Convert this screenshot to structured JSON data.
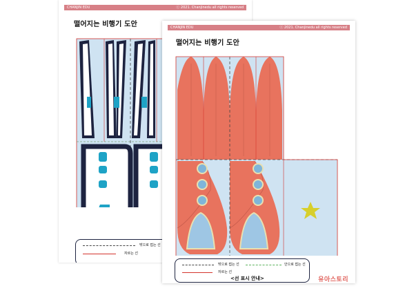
{
  "back_sheet": {
    "brand": "CHANJIN EDU",
    "copyright": "ⓒ 2021. Chanjinedu all rights reserved",
    "title": "떨어지는 비행기 도안",
    "legend": {
      "fold_out": "밖으로 접는 선",
      "cut": "자르는 선",
      "caption_partial": "<"
    }
  },
  "front_sheet": {
    "brand": "CHANJIN EDU",
    "copyright": "ⓒ 2021. Chanjinedu all rights reserved",
    "title": "떨어지는 비행기 도안",
    "legend": {
      "fold_out": "밖으로 접는 선",
      "fold_in": "안으로 접는 선",
      "cut": "자르는 선",
      "caption": "<선 표시 안내>"
    }
  },
  "logo": {
    "text": "유아스토리"
  },
  "colors": {
    "header": "#d77f86",
    "panel_bg": "#cfe3f2",
    "salmon": "#e8735e",
    "window_blue": "#7fb5d9",
    "cyan": "#1ea3c6",
    "star": "#d7cf2c",
    "cut_line": "#d3332c"
  }
}
